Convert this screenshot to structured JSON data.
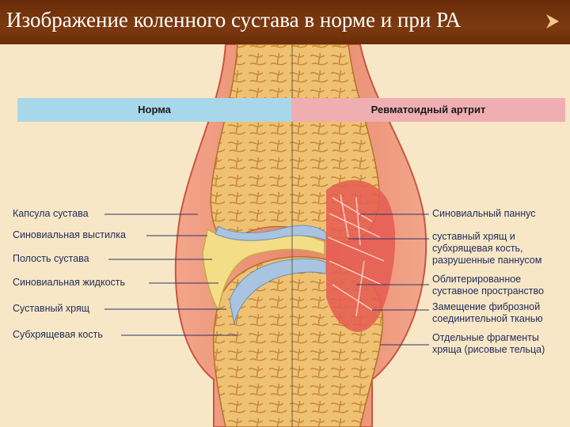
{
  "slide": {
    "title": "Изображение коленного сустава в норме и при РА"
  },
  "headers": {
    "normal": "Норма",
    "ra": "Ревматоидный артрит"
  },
  "labels_left": [
    "Капсула сустава",
    "Синовиальная выстилка",
    "Полость сустава",
    "Синовиальная жидкость",
    "Суставный хрящ",
    "Субхрящевая кость"
  ],
  "labels_right": [
    [
      "Синовиальный паннус"
    ],
    [
      "суставный хрящ и",
      "субхрящевая кость,",
      "разрушенные паннусом"
    ],
    [
      "Облитерированное",
      "суставное пространство"
    ],
    [
      "Замещение фиброзной",
      "соединительной тканью"
    ],
    [
      "Отдельные фрагменты",
      "хряща (рисовые тельца)"
    ]
  ],
  "colors": {
    "title_bar": "#6a2c08",
    "normal_header": "#a9d7ea",
    "ra_header": "#efaeb1",
    "bone": "#e8b662",
    "capsule": "#e98a6e",
    "cartilage": "#a8c4e0",
    "synovium_fluid": "#f3dd86"
  },
  "icons": {
    "corner_mark": "arrowhead-icon"
  }
}
